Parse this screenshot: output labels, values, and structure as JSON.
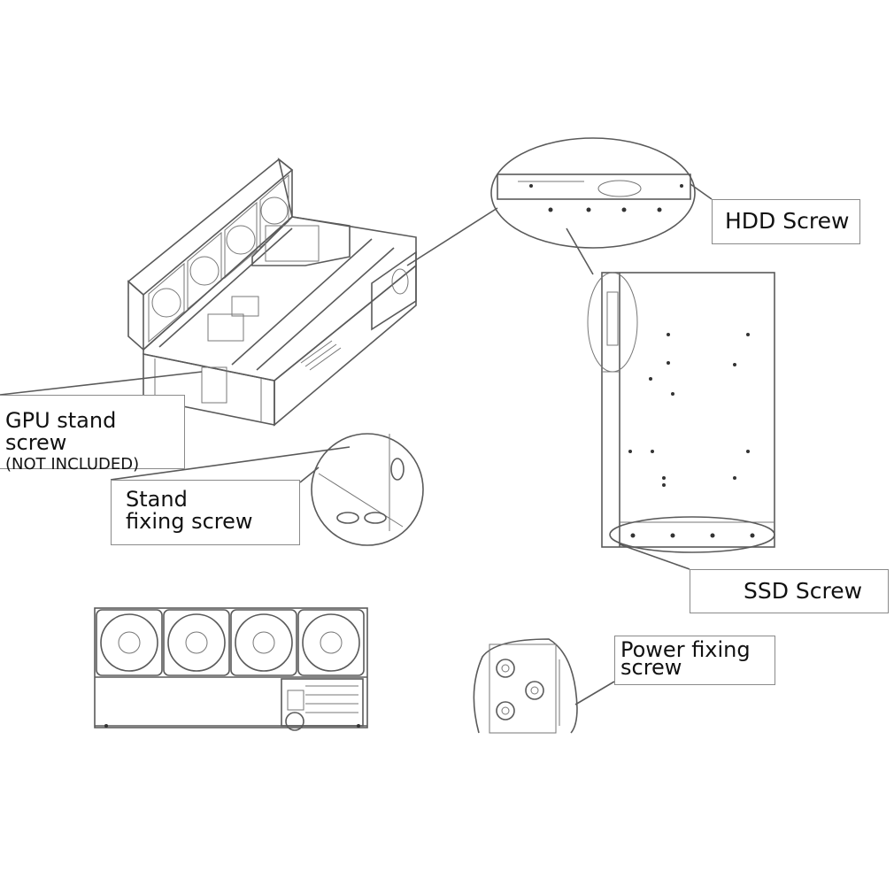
{
  "labels": {
    "gpu_stand_screw": "GPU stand screw",
    "gpu_stand_screw_note": "(NOT INCLUDED)",
    "stand_fixing_screw_line1": "Stand",
    "stand_fixing_screw_line2": "fixing screw",
    "hdd_screw": "HDD Screw",
    "ssd_screw": "SSD Screw",
    "power_fixing_screw_line1": "Power fixing",
    "power_fixing_screw_line2": "screw"
  },
  "colors": {
    "line": "#5a5a5a",
    "label_border": "#8a8a8a",
    "background": "#ffffff"
  }
}
